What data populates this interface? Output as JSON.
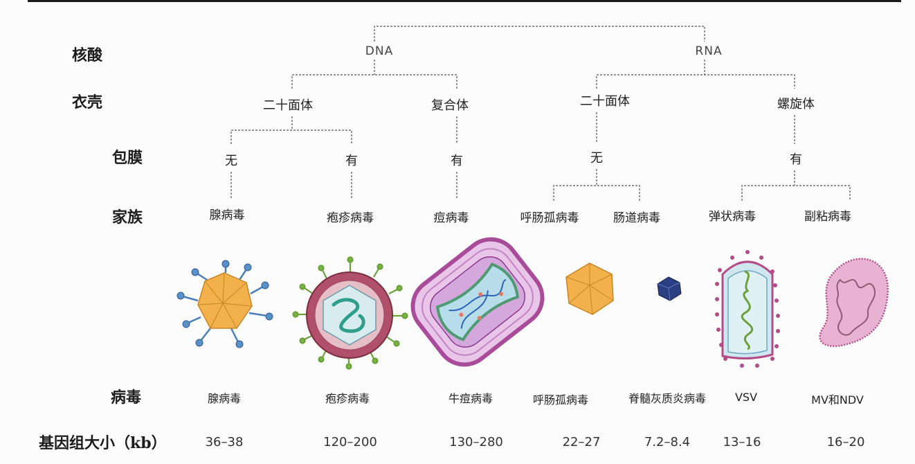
{
  "row_labels": {
    "nucleic_acid": "核酸",
    "capsid": "衣壳",
    "envelope": "包膜",
    "family": "家族",
    "virus": "病毒",
    "genome_size": "基因组大小（kb）"
  },
  "nucleic": {
    "dna": "DNA",
    "rna": "RNA"
  },
  "capsid_types": {
    "dna_icosahedral": "二十面体",
    "dna_complex": "复合体",
    "rna_icosahedral": "二十面体",
    "rna_helical": "螺旋体"
  },
  "envelope_values": {
    "adeno": "无",
    "herpes": "有",
    "pox": "有",
    "rna_icosahedral": "无",
    "rna_helical": "有"
  },
  "families": [
    "腺病毒",
    "疱疹病毒",
    "痘病毒",
    "呼肠孤病毒",
    "肠道病毒",
    "弹状病毒",
    "副粘病毒"
  ],
  "viruses": [
    "腺病毒",
    "疱疹病毒",
    "牛痘病毒",
    "呼肠孤病毒",
    "脊髓灰质炎病毒",
    "VSV",
    "MV和NDV"
  ],
  "genome_sizes": [
    "36–38",
    "120–200",
    "130–280",
    "22–27",
    "7.2–8.4",
    "13–16",
    "16–20"
  ],
  "colors": {
    "line": "#444444",
    "adeno_capsid": "#f2b14a",
    "adeno_fiber": "#4a7fb8",
    "herpes_envelope": "#b0506a",
    "herpes_spike": "#6ba03a",
    "pox_outer": "#a84c9a",
    "pox_core": "#e3b8e3",
    "reo_capsid": "#f2b14a",
    "polio_capsid": "#2c3f80",
    "vsv_body": "#cfe7ef",
    "vsv_spikes": "#b24c86",
    "mv_body": "#e8b3d3"
  }
}
